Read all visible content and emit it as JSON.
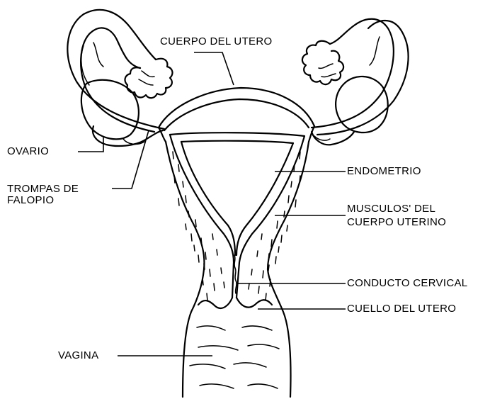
{
  "diagram": {
    "labels": {
      "cuerpo_utero": "CUERPO DEL UTERO",
      "ovario": "OVARIO",
      "trompas_line1": "TROMPAS DE",
      "trompas_line2": "FALOPIO",
      "endometrio": "ENDOMETRIO",
      "musculos_line1": "MUSCULOS' DEL",
      "musculos_line2": "CUERPO UTERINO",
      "conducto": "CONDUCTO CERVICAL",
      "cuello": "CUELLO DEL UTERO",
      "vagina": "VAGINA"
    }
  }
}
